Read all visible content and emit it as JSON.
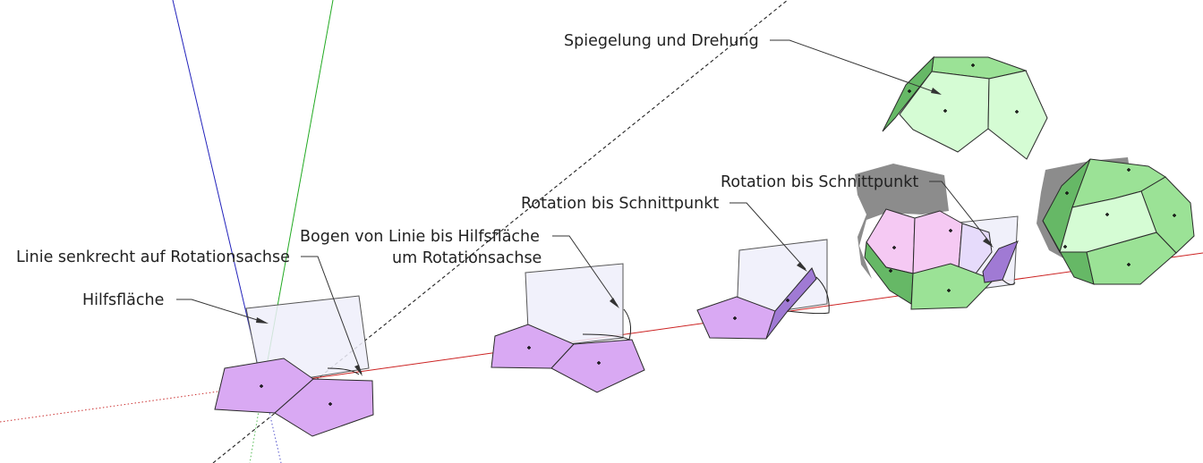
{
  "labels": {
    "spiegelung": "Spiegelung und Drehung",
    "rotation_b": "Rotation bis Schnittpunkt",
    "rotation_a": "Rotation bis Schnittpunkt",
    "bogen_1": "Bogen von Linie bis Hilfsfläche",
    "bogen_2": "um Rotationsachse",
    "linie": "Linie senkrecht auf Rotationsachse",
    "hilfsflaeche": "Hilfsfläche"
  },
  "colors": {
    "background": "#ffffff",
    "face_purple": "#d9a9f3",
    "face_purple_dark": "#a07ad4",
    "face_pink": "#f5c9f3",
    "helper_plane": "#eeeefa",
    "face_green_light": "#d5fcd4",
    "face_green": "#9be296",
    "face_green_dark": "#66b866",
    "shadow": "#8c8c8c",
    "axis_red": "#cc2222",
    "axis_green": "#22aa22",
    "axis_blue": "#2222bb"
  }
}
